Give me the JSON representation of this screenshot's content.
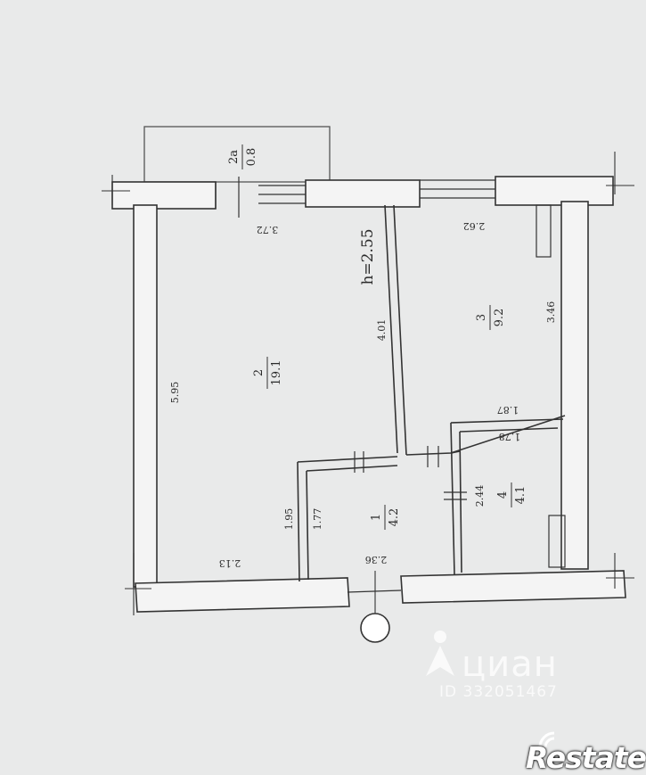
{
  "rooms": [
    {
      "number": "2a",
      "area": "0.8"
    },
    {
      "number": "2",
      "area": "19.1"
    },
    {
      "number": "3",
      "area": "9.2"
    },
    {
      "number": "1",
      "area": "4.2"
    },
    {
      "number": "4",
      "area": "4.1"
    }
  ],
  "ceiling_height": "h=2.55",
  "dimensions": {
    "room2_top": "3.72",
    "room2_left": "5.95",
    "room2_right": "4.01",
    "room2_bottom": "2.13",
    "room2_right_lower": "1.95",
    "room3_top": "2.62",
    "room3_right": "3.46",
    "room3_bottom": "1.87",
    "room4_top": "1.78",
    "room4_left": "2.44",
    "room1_left": "1.77",
    "room1_bottom": "2.36"
  },
  "watermarks": {
    "cian": "циан",
    "listing_id": "ID 332051467",
    "brand": "Restate"
  }
}
